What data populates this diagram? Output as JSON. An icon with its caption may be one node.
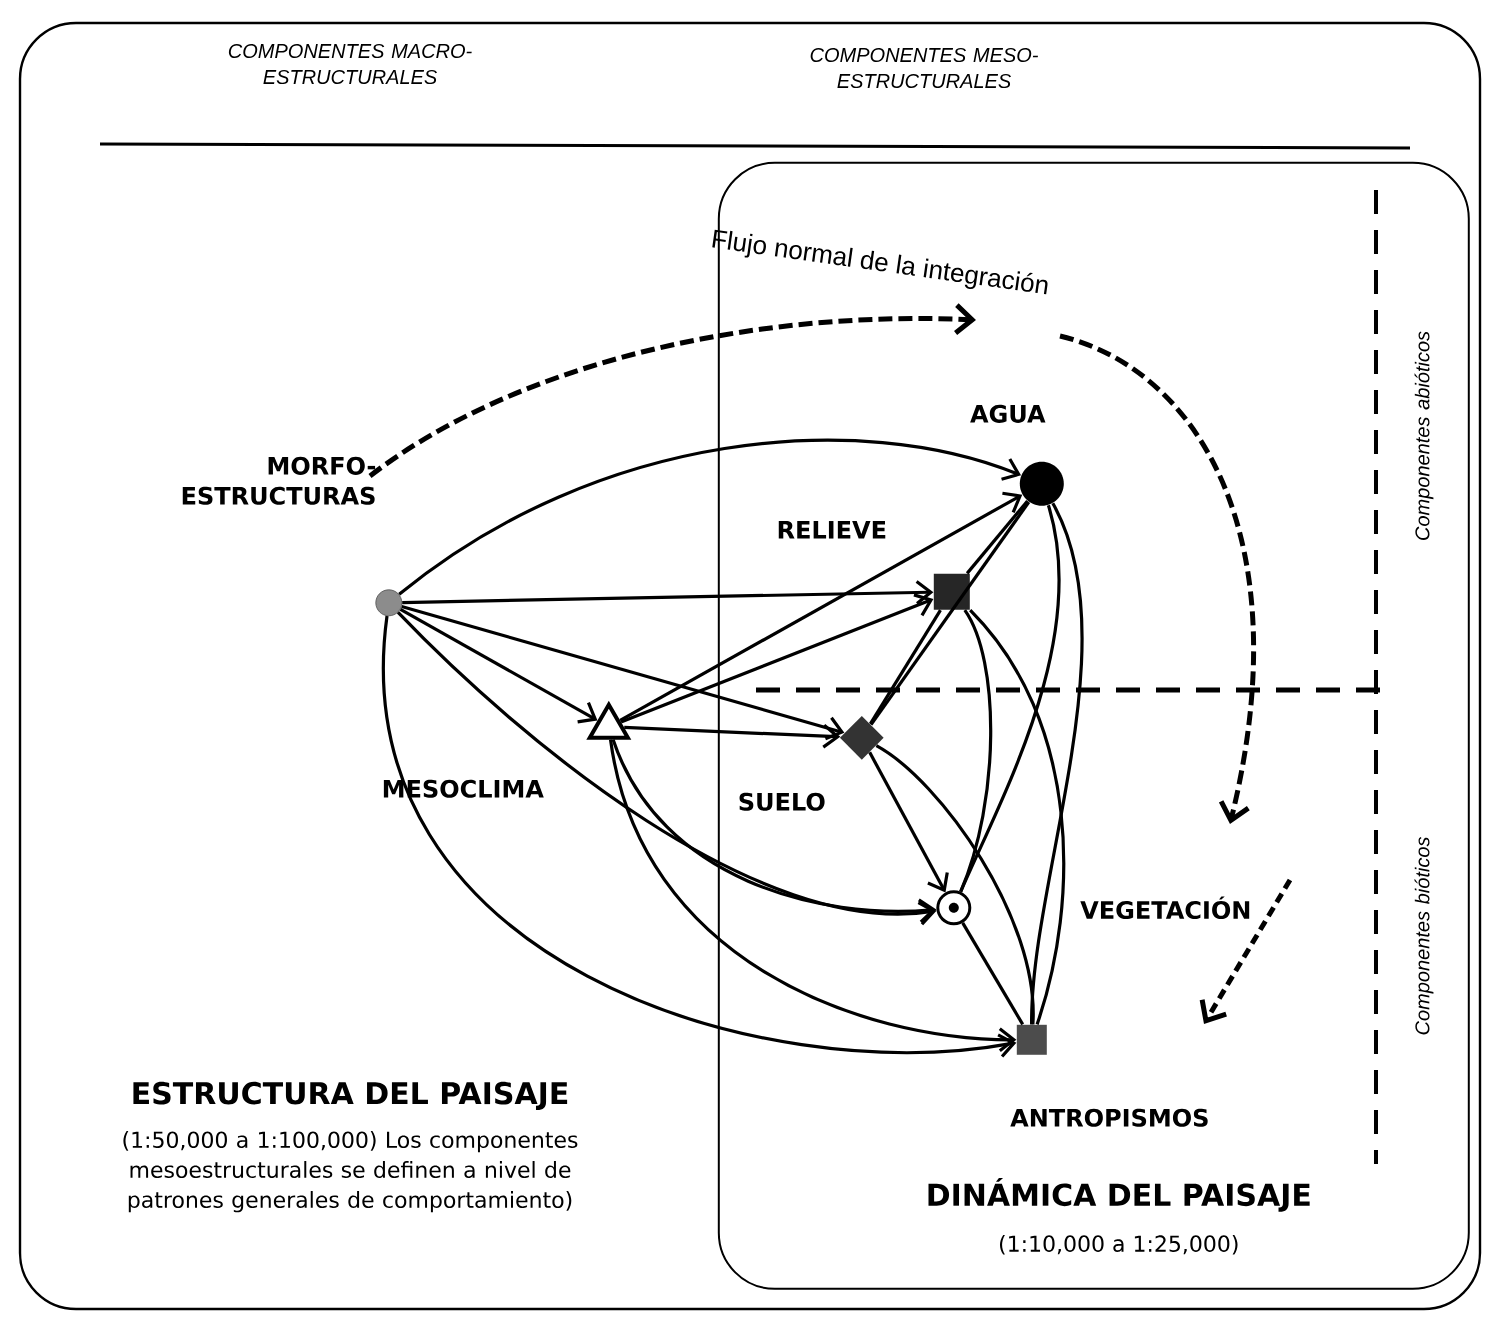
{
  "diagram": {
    "nodes": [
      {
        "text": [
          "ESTRUCTURA DEL PAISAJE",
          "(1:50,000 a 1:100,000) Los componentes mesoestructurales se definen a nivel de patrones generales de comportamiento)"
        ]
      },
      {
        "text": [
          "DINÁMICA DEL PAISAJE",
          "(1:10,000 a 1:25,000)"
        ],
        "in": 0
      },
      {
        "text": [
          "MORFO- ESTRUCTURAS"
        ],
        "in": 0
      },
      {
        "text": [
          "MESOCLIMA"
        ],
        "in": 0
      },
      {
        "text": [
          "AGUA"
        ],
        "in": 1
      },
      {
        "text": [
          "RELIEVE"
        ],
        "in": 1
      },
      {
        "text": [
          "SUELO"
        ],
        "in": 1
      },
      {
        "text": [
          "VEGETACIÓN"
        ],
        "in": 1
      },
      {
        "text": [
          "ANTROPISMOS"
        ],
        "in": 1
      }
    ],
    "edges": [
      {
        "from": 2,
        "to": 4,
        "arrow": "to"
      },
      {
        "from": 2,
        "to": 5,
        "arrow": "to"
      },
      {
        "from": 2,
        "to": 6,
        "arrow": "to"
      },
      {
        "from": 2,
        "to": 3,
        "arrow": "to"
      },
      {
        "from": 2,
        "to": 7,
        "arrow": "to"
      },
      {
        "from": 2,
        "to": 8,
        "arrow": "to"
      },
      {
        "from": 3,
        "to": 4,
        "arrow": "to"
      },
      {
        "from": 3,
        "to": 5,
        "arrow": "to"
      },
      {
        "from": 3,
        "to": 6,
        "arrow": "to"
      },
      {
        "from": 3,
        "to": 7,
        "arrow": "to"
      },
      {
        "from": 3,
        "to": 8,
        "arrow": "to"
      },
      {
        "from": 6,
        "to": 7,
        "arrow": "to"
      },
      {
        "from": 4,
        "to": 5,
        "arrow": "none"
      },
      {
        "from": 4,
        "to": 6,
        "arrow": "none"
      },
      {
        "from": 4,
        "to": 7,
        "arrow": "none"
      },
      {
        "from": 4,
        "to": 8,
        "arrow": "none"
      },
      {
        "from": 5,
        "to": 6,
        "arrow": "none"
      },
      {
        "from": 5,
        "to": 7,
        "arrow": "none"
      },
      {
        "from": 5,
        "to": 8,
        "arrow": "none"
      },
      {
        "from": 6,
        "to": 8,
        "arrow": "none"
      },
      {
        "from": 7,
        "to": 8,
        "arrow": "none"
      }
    ],
    "labels": [
      "COMPONENTES MACRO-ESTRUCTURALES",
      "COMPONENTES MESO-ESTRUCTURALES",
      "Flujo normal de la integración",
      "Componentes abióticos",
      "Componentes bióticos"
    ]
  }
}
